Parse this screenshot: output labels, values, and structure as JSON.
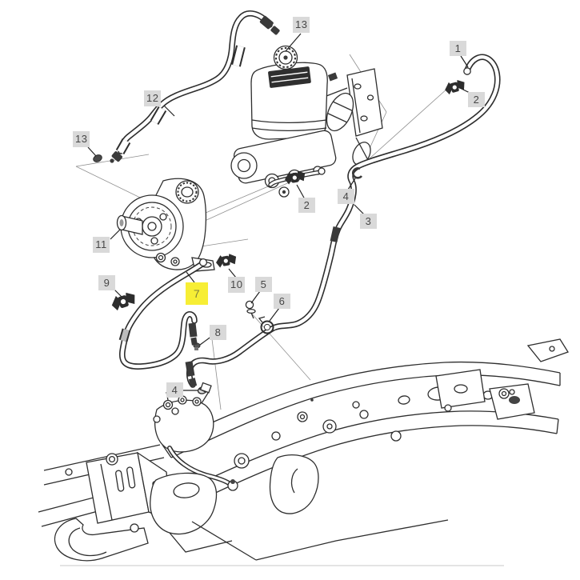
{
  "diagram": {
    "description": "Exploded parts diagram: power steering hose routing with brake master cylinder, power steering pump reservoir, hoses, clips and truck frame with steering gear",
    "background_color": "#ffffff",
    "line_color": "#2e2e2e",
    "callout_bg_color": "#d9d9d9",
    "callout_text_color": "#474747",
    "highlight_bg_color": "#f7ee35",
    "highlight_text_color": "#83833c",
    "highlighted_callout": "7",
    "callouts": [
      {
        "id": "13-top",
        "text": "13"
      },
      {
        "id": "1",
        "text": "1"
      },
      {
        "id": "2-upper",
        "text": "2"
      },
      {
        "id": "12",
        "text": "12"
      },
      {
        "id": "13-left",
        "text": "13"
      },
      {
        "id": "2-mid",
        "text": "2"
      },
      {
        "id": "4-mid",
        "text": "4"
      },
      {
        "id": "3",
        "text": "3"
      },
      {
        "id": "11",
        "text": "11"
      },
      {
        "id": "9",
        "text": "9"
      },
      {
        "id": "7",
        "text": "7",
        "highlighted": true
      },
      {
        "id": "10",
        "text": "10"
      },
      {
        "id": "5",
        "text": "5"
      },
      {
        "id": "6",
        "text": "6"
      },
      {
        "id": "8",
        "text": "8"
      },
      {
        "id": "4-lower",
        "text": "4"
      }
    ]
  }
}
